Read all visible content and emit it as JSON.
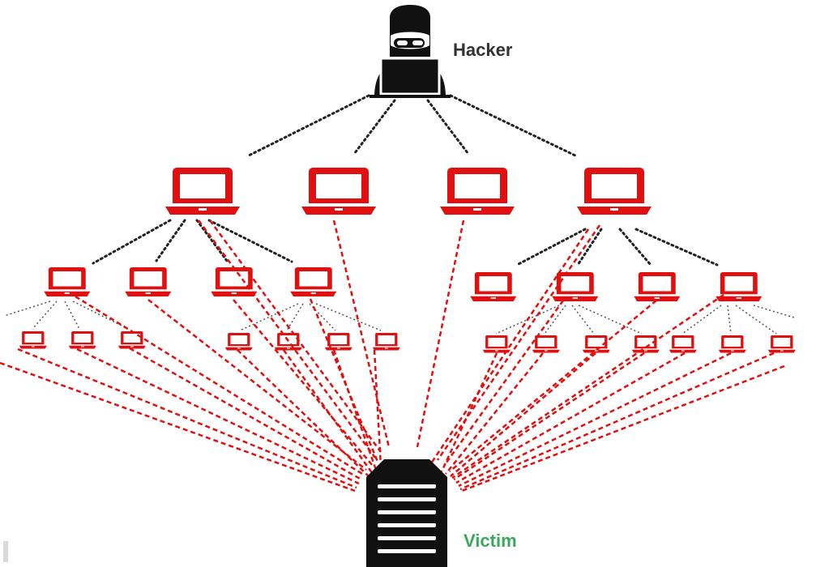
{
  "labels": {
    "hacker": "Hacker",
    "victim": "Victim"
  },
  "colors": {
    "attack": "#e01010",
    "control": "#222222",
    "hacker": "#111111",
    "victim": "#111111",
    "victim_label": "#3aa85a",
    "hacker_label": "#333333"
  },
  "nodes": {
    "hacker": {
      "icon": "hacker-icon"
    },
    "handlers": {
      "count": 4,
      "icon": "laptop-icon"
    },
    "agents": {
      "count": 8,
      "icon": "laptop-icon"
    },
    "zombies": {
      "count": 14,
      "icon": "laptop-icon"
    },
    "victim": {
      "icon": "server-icon"
    }
  }
}
